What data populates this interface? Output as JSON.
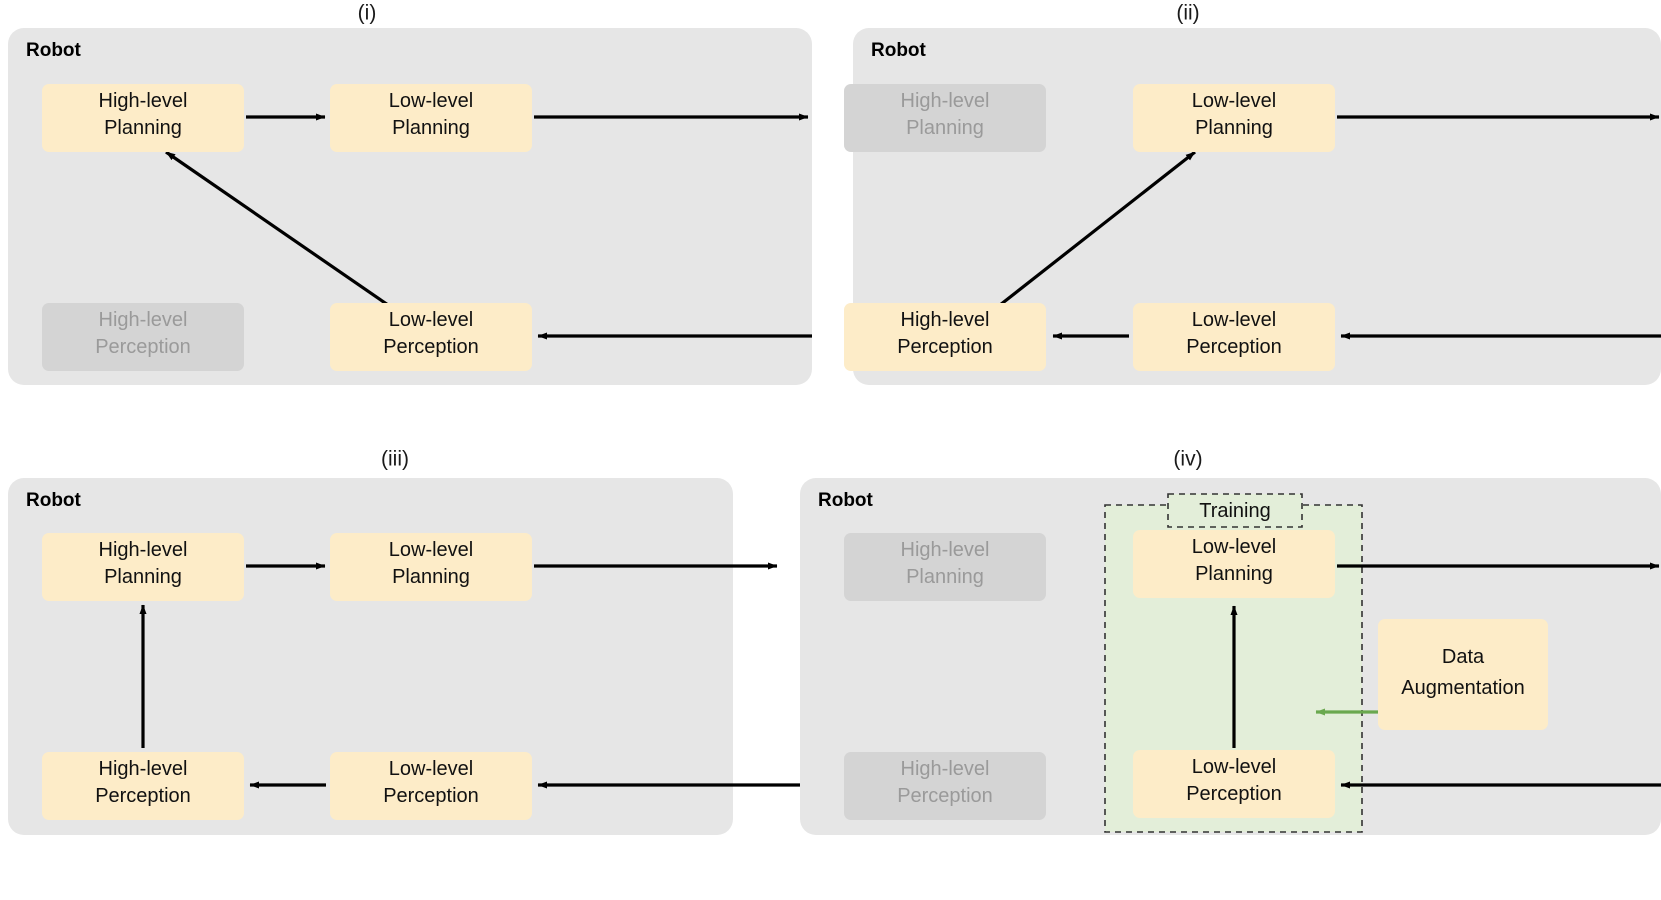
{
  "figure": {
    "title": "Robot perception-planning pipeline variants",
    "background_color": "#ffffff",
    "panel_fill": "#e6e6e6",
    "active_node_fill": "#fdecc8",
    "muted_node_fill": "#d4d4d4",
    "muted_node_text_color": "#9a9a9a",
    "training_fill": "#e3eed9",
    "arrow_color": "#000000",
    "green_arrow_color": "#6aa84f"
  },
  "panels": [
    {
      "caption": "(i)",
      "container_label": "Robot",
      "nodes": [
        {
          "id": "hp",
          "label_line1": "High-level",
          "label_line2": "Planning",
          "state": "active"
        },
        {
          "id": "lp",
          "label_line1": "Low-level",
          "label_line2": "Planning",
          "state": "active"
        },
        {
          "id": "hperc",
          "label_line1": "High-level",
          "label_line2": "Perception",
          "state": "muted"
        },
        {
          "id": "lperc",
          "label_line1": "Low-level",
          "label_line2": "Perception",
          "state": "active"
        }
      ],
      "edges": [
        {
          "from": "hp",
          "to": "lp",
          "style": "solid-black"
        },
        {
          "from": "lp",
          "to": "outside-right",
          "style": "solid-black"
        },
        {
          "from": "outside-right",
          "to": "lperc",
          "style": "solid-black"
        },
        {
          "from": "lperc",
          "to": "hp",
          "style": "solid-black-diagonal"
        }
      ]
    },
    {
      "caption": "(ii)",
      "container_label": "Robot",
      "nodes": [
        {
          "id": "hp",
          "label_line1": "High-level",
          "label_line2": "Planning",
          "state": "muted"
        },
        {
          "id": "lp",
          "label_line1": "Low-level",
          "label_line2": "Planning",
          "state": "active"
        },
        {
          "id": "hperc",
          "label_line1": "High-level",
          "label_line2": "Perception",
          "state": "active"
        },
        {
          "id": "lperc",
          "label_line1": "Low-level",
          "label_line2": "Perception",
          "state": "active"
        }
      ],
      "edges": [
        {
          "from": "lp",
          "to": "outside-right",
          "style": "solid-black"
        },
        {
          "from": "outside-right",
          "to": "lperc",
          "style": "solid-black"
        },
        {
          "from": "lperc",
          "to": "hperc",
          "style": "solid-black"
        },
        {
          "from": "hperc",
          "to": "lp",
          "style": "solid-black-diagonal"
        }
      ]
    },
    {
      "caption": "(iii)",
      "container_label": "Robot",
      "nodes": [
        {
          "id": "hp",
          "label_line1": "High-level",
          "label_line2": "Planning",
          "state": "active"
        },
        {
          "id": "lp",
          "label_line1": "Low-level",
          "label_line2": "Planning",
          "state": "active"
        },
        {
          "id": "hperc",
          "label_line1": "High-level",
          "label_line2": "Perception",
          "state": "active"
        },
        {
          "id": "lperc",
          "label_line1": "Low-level",
          "label_line2": "Perception",
          "state": "active"
        }
      ],
      "edges": [
        {
          "from": "hp",
          "to": "lp",
          "style": "solid-black"
        },
        {
          "from": "lp",
          "to": "outside-right",
          "style": "solid-black"
        },
        {
          "from": "outside-right",
          "to": "lperc",
          "style": "solid-black"
        },
        {
          "from": "lperc",
          "to": "hperc",
          "style": "solid-black"
        },
        {
          "from": "hperc",
          "to": "hp",
          "style": "solid-black-vertical"
        }
      ]
    },
    {
      "caption": "(iv)",
      "container_label": "Robot",
      "training_label": "Training",
      "nodes": [
        {
          "id": "hp",
          "label_line1": "High-level",
          "label_line2": "Planning",
          "state": "muted"
        },
        {
          "id": "lp",
          "label_line1": "Low-level",
          "label_line2": "Planning",
          "state": "active"
        },
        {
          "id": "hperc",
          "label_line1": "High-level",
          "label_line2": "Perception",
          "state": "muted"
        },
        {
          "id": "lperc",
          "label_line1": "Low-level",
          "label_line2": "Perception",
          "state": "active"
        },
        {
          "id": "aug",
          "label_line1": "Data",
          "label_line2": "Augmentation",
          "state": "active"
        }
      ],
      "edges": [
        {
          "from": "lp",
          "to": "outside-right",
          "style": "solid-black"
        },
        {
          "from": "outside-right",
          "to": "lperc",
          "style": "solid-black"
        },
        {
          "from": "lperc",
          "to": "lp",
          "style": "solid-black-vertical"
        },
        {
          "from": "aug",
          "to": "training-box",
          "style": "solid-green"
        }
      ]
    }
  ]
}
